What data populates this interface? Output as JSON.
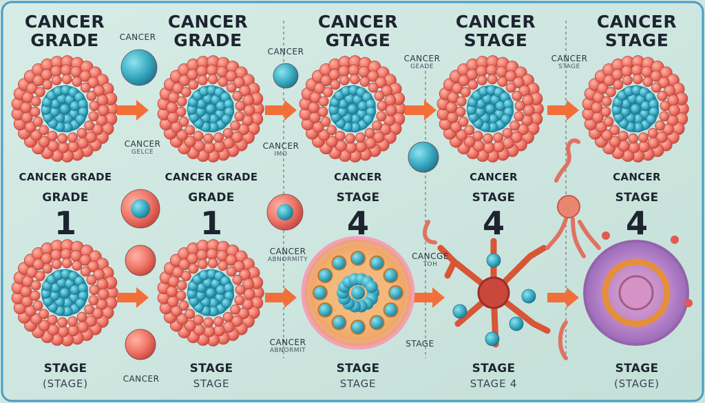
{
  "headers": [
    {
      "l1": "CANCER",
      "l2": "GRADE"
    },
    {
      "l1": "CANCER",
      "l2": "GRADE"
    },
    {
      "l1": "CANCER",
      "l2": "GTAGE"
    },
    {
      "l1": "CANCER",
      "l2": "STAGE"
    },
    {
      "l1": "CANCER",
      "l2": "STAGE"
    }
  ],
  "mid_labels": [
    "CANCER GRADE",
    "CANCER GRADE",
    "CANCER",
    "CANCER",
    "CANCER"
  ],
  "level_words": [
    "GRADE",
    "GRADE",
    "STAGE",
    "STAGE",
    "STAGE"
  ],
  "level_numbers": [
    "1",
    "1",
    "4",
    "4",
    "4"
  ],
  "bottom_titles": [
    "STAGE",
    "STAGE",
    "STAGE",
    "STAGE",
    "STAGE"
  ],
  "bottom_subs": [
    "(STAGE)",
    "STAGE",
    "STAGE",
    "STAGE 4",
    "(STAGE)"
  ],
  "side_labels": {
    "cancer_1": "CANCER",
    "cancer_2": "CANCER",
    "cancer_3": "CANCER",
    "cancer_3_sub": "GEADE",
    "cancer_4": "CANCER",
    "cancer_4_sub": "STAGE",
    "cancer_gelce": "CANCER",
    "cancer_gelce_sub": "GELCE",
    "cancer_imo": "CANCER",
    "cancer_imo_sub": "IMO",
    "cancer_abnorm": "CANCER",
    "cancer_abnorm_sub": "ABNORMITY",
    "cancer_abnorm2": "CANCER",
    "cancer_abnorm2_sub": "ABNORMIT",
    "cancge": "CANCGE",
    "cancge_sub": "TOH",
    "stage_small": "STAGE",
    "cancer_bottom": "CANCER"
  },
  "colors": {
    "background": "#cfe6df",
    "frame": "#4a9bc4",
    "cell_outer": "#e8675c",
    "cell_nucleus": "#3ba9bf",
    "arrow": "#f36f3a",
    "text": "#1d2430"
  }
}
